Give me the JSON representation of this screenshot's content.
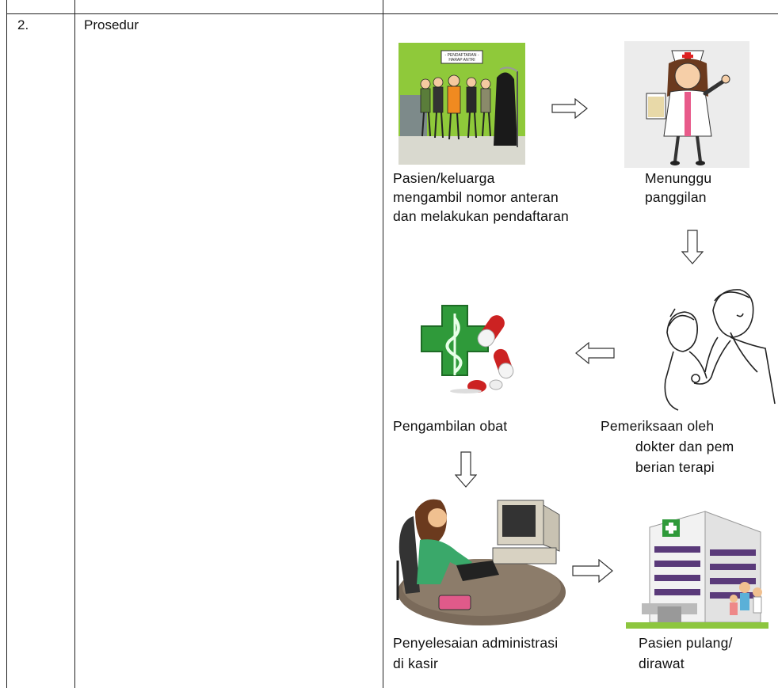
{
  "row": {
    "number": "2.",
    "title": "Prosedur"
  },
  "steps": [
    {
      "lines": [
        "Pasien/keluarga",
        "mengambil nomor anteran",
        "dan melakukan pendaftaran"
      ],
      "icon": "queue-registration-illustration"
    },
    {
      "lines": [
        "Menunggu",
        "panggilan"
      ],
      "icon": "nurse-illustration"
    },
    {
      "lines": [
        "Pemeriksaan oleh",
        "dokter dan pem",
        "berian terapi"
      ],
      "icon": "doctor-examination-illustration"
    },
    {
      "lines": [
        "Pengambilan obat"
      ],
      "icon": "pharmacy-cross-illustration"
    },
    {
      "lines": [
        "Penyelesaian administrasi",
        "di kasir"
      ],
      "icon": "cashier-illustration"
    },
    {
      "lines": [
        "Pasien pulang/",
        "dirawat"
      ],
      "icon": "hospital-building-illustration"
    }
  ],
  "queue_sign": {
    "line1": "- PENDAFTARAN -",
    "line2": "HARAP ANTRI"
  },
  "colors": {
    "rule": "#222222",
    "arrow_stroke": "#333333",
    "queue_bg": "#8fc93a",
    "pharmacy_green": "#2f9a3a",
    "pill_red": "#cc2222"
  }
}
